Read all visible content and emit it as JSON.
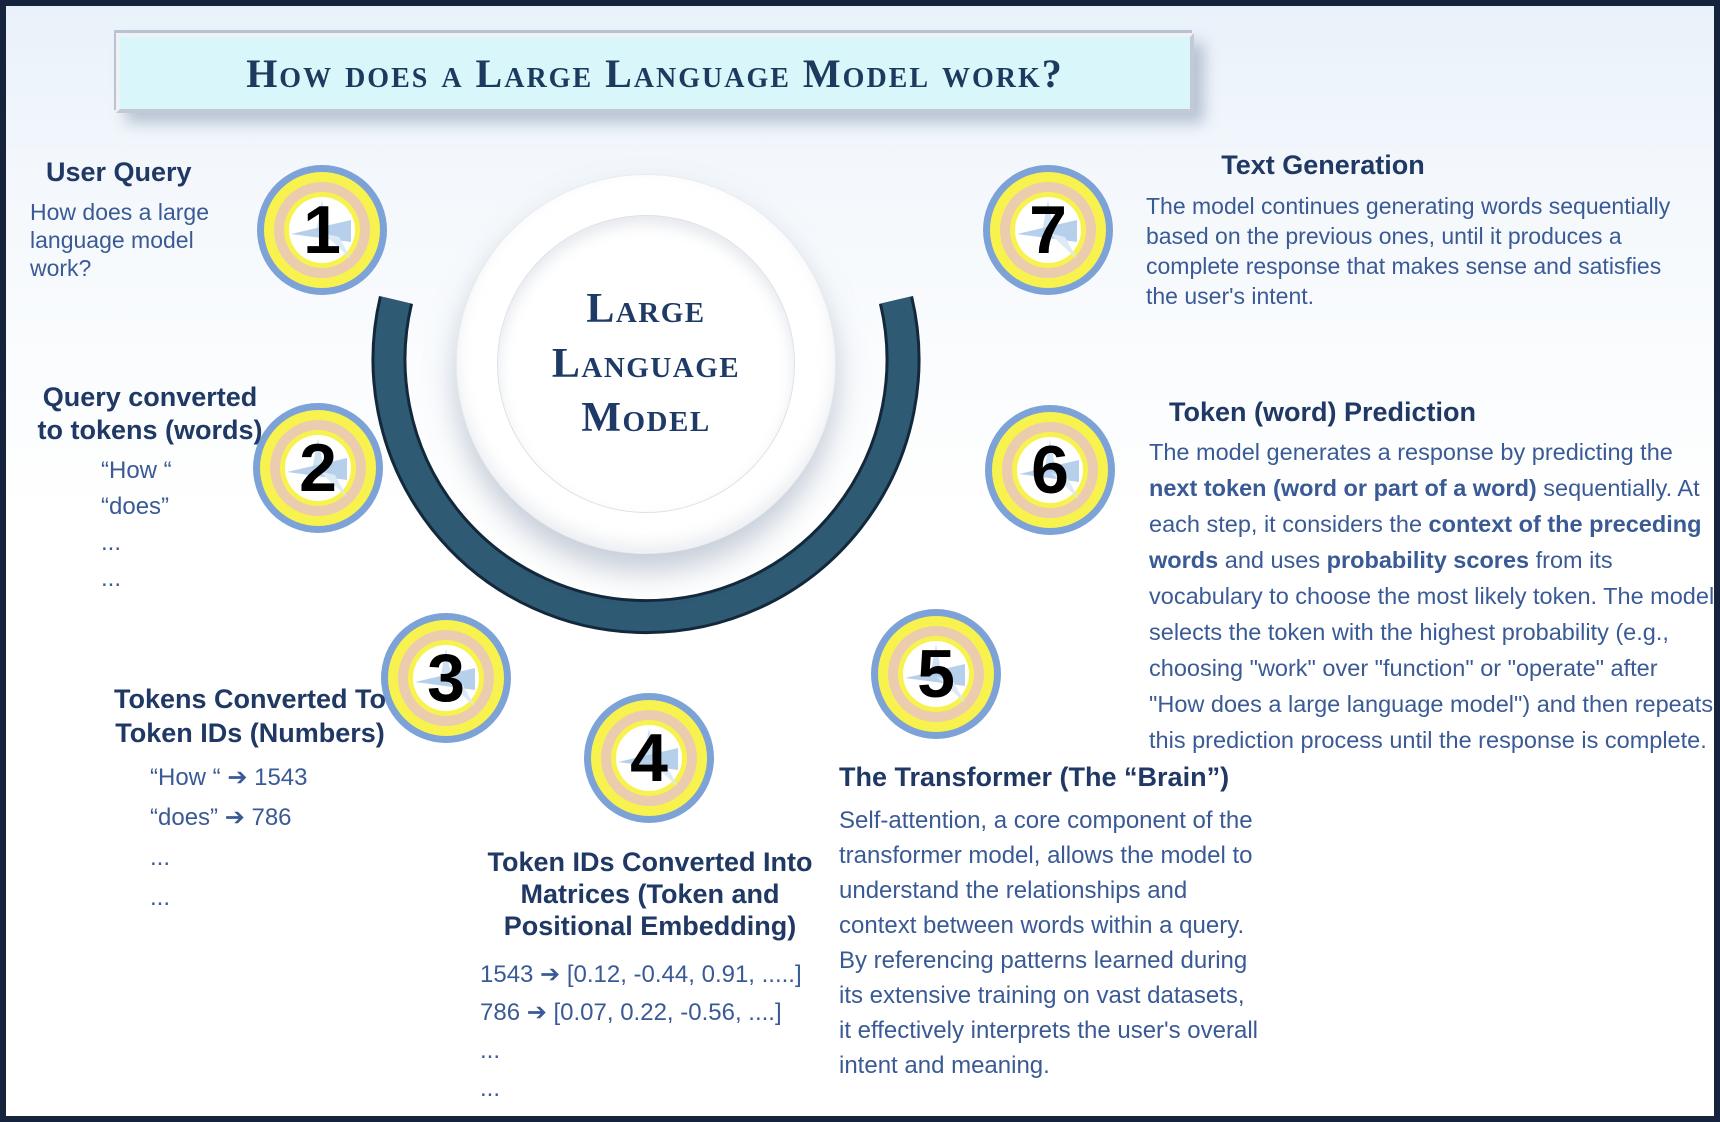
{
  "title": "How does a Large Language Model work?",
  "center": {
    "line1": "Large",
    "line2": "Language",
    "line3": "Model"
  },
  "icons": {
    "badge_icon": "compass-pinwheel",
    "arrow_glyph": "➔"
  },
  "palette": {
    "border_navy": "#16233c",
    "banner_bg": "#d9f6fa",
    "title_text": "#1c3a5e",
    "heading_text": "#1f3864",
    "body_text": "#3a5a96",
    "arc_fill": "#2e5a74",
    "arc_outline": "#13293b",
    "ring_blue": "#7da2d8",
    "ring_yellow": "#f8f24e",
    "ring_peach": "#ecccae",
    "badge_number": "#000000"
  },
  "steps": {
    "s1": {
      "number": "1",
      "heading": "User Query",
      "body": "How does a large language model work?"
    },
    "s2": {
      "number": "2",
      "heading_line1": "Query converted",
      "heading_line2": "to tokens (words)",
      "items": [
        "“How “",
        "“does”",
        "...",
        "..."
      ]
    },
    "s3": {
      "number": "3",
      "heading_line1": "Tokens Converted To",
      "heading_line2": "Token IDs (Numbers)",
      "items": [
        "“How “ ➔ 1543",
        "“does” ➔ 786",
        "...",
        "..."
      ]
    },
    "s4": {
      "number": "4",
      "heading_line1": "Token IDs Converted Into",
      "heading_line2": "Matrices (Token and",
      "heading_line3": "Positional Embedding)",
      "items": [
        "1543 ➔ [0.12, -0.44, 0.91, .....]",
        "786 ➔ [0.07, 0.22, -0.56, ....]",
        "...",
        "..."
      ]
    },
    "s5": {
      "number": "5",
      "heading": "The Transformer (The “Brain”)",
      "body": "Self-attention, a core component of the transformer model, allows the model to understand the relationships and context between words within a query. By referencing patterns learned during its extensive training on vast datasets, it effectively interprets the user's overall intent and meaning."
    },
    "s6": {
      "number": "6",
      "heading": "Token (word) Prediction",
      "segments": [
        {
          "t": "The model generates a response by predicting the ",
          "b": 0
        },
        {
          "t": "next token (word or part of a word)",
          "b": 1
        },
        {
          "t": " sequentially. At each step, it considers the ",
          "b": 0
        },
        {
          "t": "context of the preceding words",
          "b": 1
        },
        {
          "t": " and uses ",
          "b": 0
        },
        {
          "t": "probability scores",
          "b": 1
        },
        {
          "t": " from its vocabulary to choose the most likely token. The model selects the token with the highest probability (e.g., choosing \"work\" over \"function\" or \"operate\" after \"How does a large language model\") and then repeats this prediction process until the response is complete.",
          "b": 0
        }
      ]
    },
    "s7": {
      "number": "7",
      "heading": "Text Generation",
      "body": "The model continues generating words sequentially based on the previous ones, until it produces a complete response that makes sense and satisfies the user's intent."
    }
  }
}
